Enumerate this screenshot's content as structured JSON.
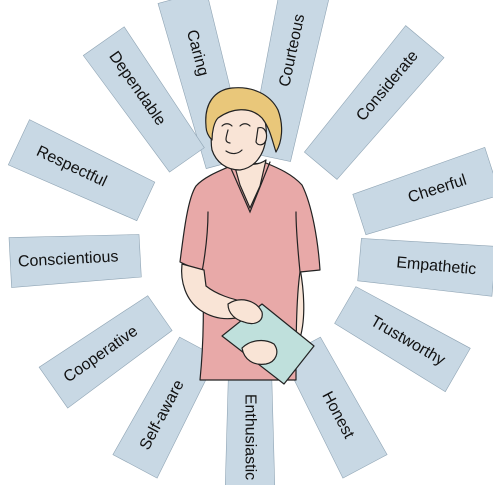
{
  "diagram": {
    "colors": {
      "ray_fill": "#c8d8e4",
      "ray_stroke": "#8fa4b4",
      "shirt": "#e8a9a8",
      "skin": "#f9e4d6",
      "hair": "#e9c77a",
      "folder": "#bfe0dc",
      "outline": "#222222"
    },
    "rays": [
      {
        "label": "Caring"
      },
      {
        "label": "Courteous"
      },
      {
        "label": "Considerate"
      },
      {
        "label": "Cheerful"
      },
      {
        "label": "Empathetic"
      },
      {
        "label": "Trustworthy"
      },
      {
        "label": "Honest"
      },
      {
        "label": "Enthusiastic"
      },
      {
        "label": "Self-aware"
      },
      {
        "label": "Cooperative"
      },
      {
        "label": "Conscientious"
      },
      {
        "label": "Respectful"
      },
      {
        "label": "Dependable"
      }
    ]
  }
}
